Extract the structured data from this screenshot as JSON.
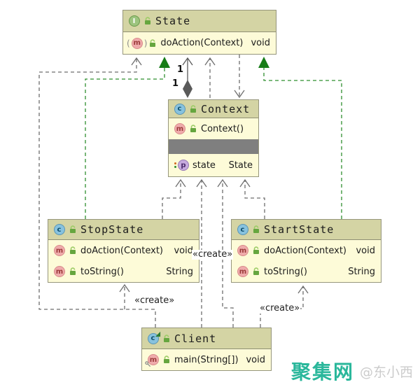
{
  "icons": {
    "interface_letter": "I",
    "class_letter": "c",
    "method_letter": "m",
    "property_letter": "p",
    "paren_open": "(",
    "paren_close": ")"
  },
  "classes": {
    "state": {
      "name": "State",
      "members": [
        {
          "label": "doAction(Context)",
          "type": "void"
        }
      ]
    },
    "context": {
      "name": "Context",
      "members": [
        {
          "label": "Context()",
          "type": ""
        }
      ],
      "fields": [
        {
          "label": "state",
          "type": "State"
        }
      ]
    },
    "stop_state": {
      "name": "StopState",
      "members": [
        {
          "label": "doAction(Context)",
          "type": "void"
        },
        {
          "label": "toString()",
          "type": "String"
        }
      ]
    },
    "start_state": {
      "name": "StartState",
      "members": [
        {
          "label": "doAction(Context)",
          "type": "void"
        },
        {
          "label": "toString()",
          "type": "String"
        }
      ]
    },
    "client": {
      "name": "Client",
      "members": [
        {
          "label": "main(String[])",
          "type": "void"
        }
      ]
    }
  },
  "edge_labels": {
    "create": "«create»",
    "multiplicity_upper": "1",
    "multiplicity_lower": "1"
  },
  "watermark": {
    "brand": "聚集网",
    "handle": "@东小西"
  },
  "colors": {
    "realization_green": "#2f8f2f",
    "dependency_gray": "#6e6e6e",
    "header_fill": "#d4d4a4",
    "body_fill": "#fdfbd8",
    "watermark_brand": "#2ab79b"
  }
}
